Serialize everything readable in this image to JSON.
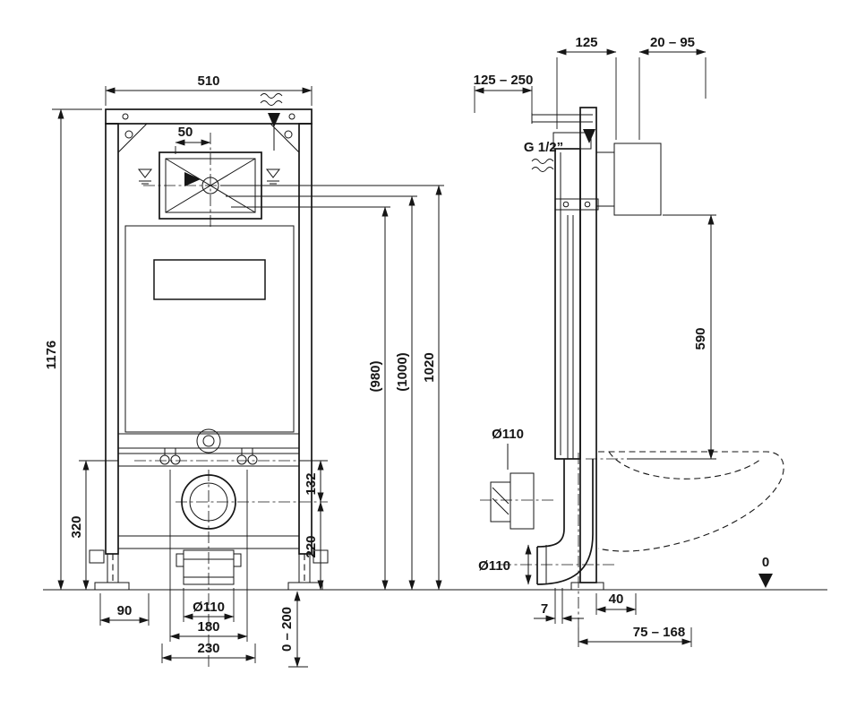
{
  "drawing": {
    "front": {
      "width": "510",
      "offset50": "50",
      "height": "1176",
      "rods": "320",
      "edge": "90",
      "outlet_dia": "Ø110",
      "spacing180": "180",
      "spacing230": "230",
      "feet_range": "0 – 200",
      "bend132": "132",
      "bend220": "220",
      "h980": "(980)",
      "h1000": "(1000)",
      "h1020": "1020"
    },
    "side": {
      "supply_range": "125 – 250",
      "depth125": "125",
      "wall_range": "20 – 95",
      "thread": "G 1/2”",
      "height590": "590",
      "dia_upper": "Ø110",
      "dia_lower": "Ø110",
      "gap7": "7",
      "dist40": "40",
      "outlet_range": "75 – 168",
      "datum0": "0"
    }
  }
}
